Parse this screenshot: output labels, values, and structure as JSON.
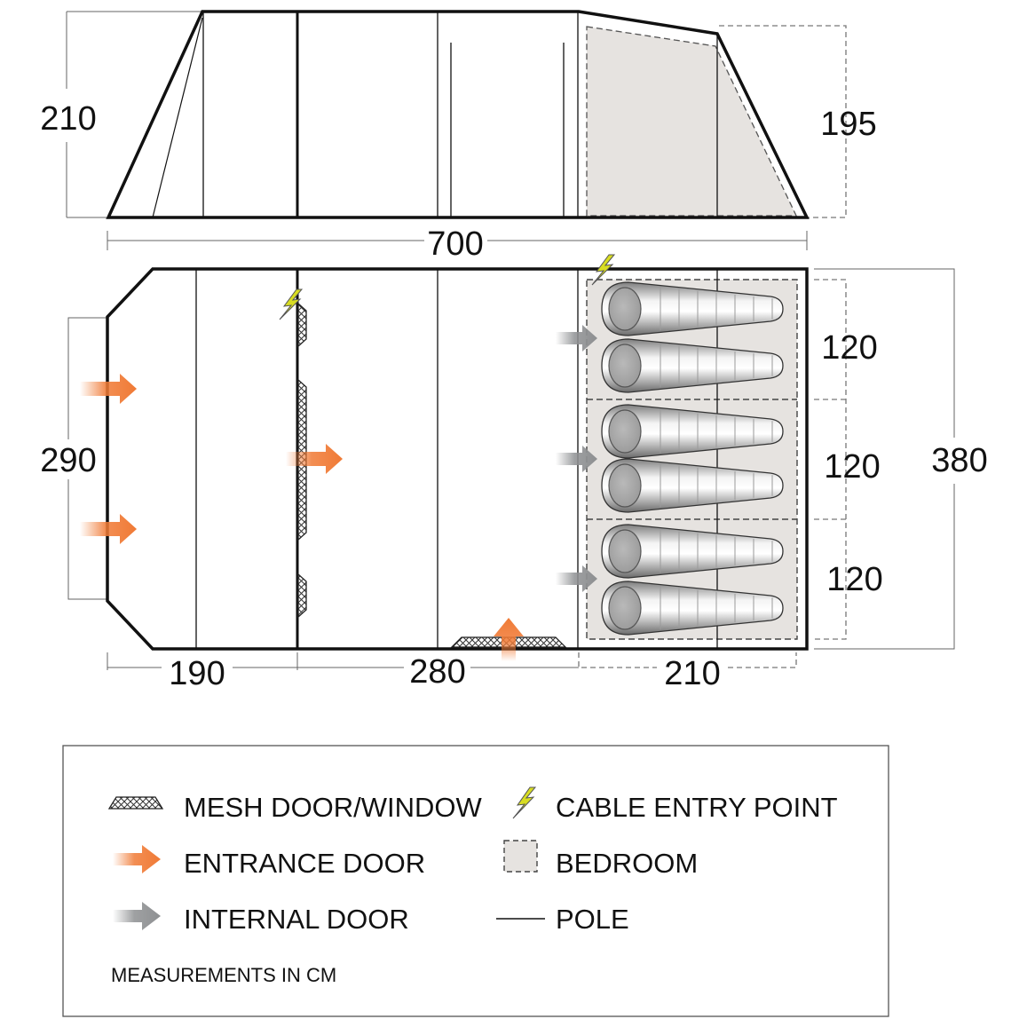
{
  "side_view": {
    "height_left": "210",
    "height_right": "195",
    "overall_length": "700"
  },
  "floor_plan": {
    "front_width": "290",
    "overall_width": "380",
    "section_lengths": [
      "190",
      "280",
      "210"
    ],
    "bedroom_widths": [
      "120",
      "120",
      "120"
    ],
    "sleeping_bags": 6
  },
  "legend": {
    "mesh": "MESH DOOR/WINDOW",
    "cable": "CABLE ENTRY POINT",
    "entrance": "ENTRANCE DOOR",
    "bedroom": "BEDROOM",
    "internal": "INTERNAL DOOR",
    "pole": "POLE",
    "note": "MEASUREMENTS IN CM"
  },
  "colors": {
    "entrance_arrow": "#f07a35",
    "internal_arrow": "#8e9092",
    "bedroom_fill": "#e6e3e0",
    "cable_bolt": "#d8dd22",
    "outline": "#111111",
    "dimension_line": "#555555"
  },
  "icons": [
    "mesh-icon",
    "lightning-bolt-icon",
    "orange-arrow-icon",
    "grey-arrow-icon",
    "bedroom-swatch-icon",
    "pole-line-icon"
  ]
}
